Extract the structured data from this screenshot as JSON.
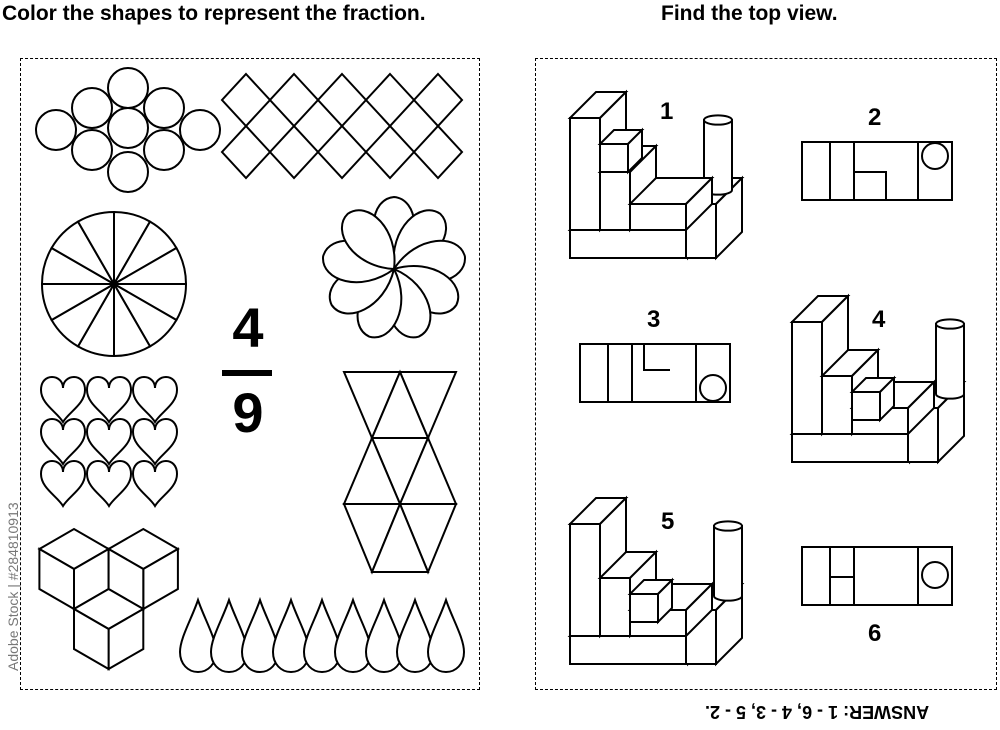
{
  "left_heading": "Color the shapes to represent the fraction.",
  "right_heading": "Find the top view.",
  "fraction": {
    "numerator": "4",
    "denominator": "9"
  },
  "options": [
    {
      "label": "1"
    },
    {
      "label": "2"
    },
    {
      "label": "3"
    },
    {
      "label": "4"
    },
    {
      "label": "5"
    },
    {
      "label": "6"
    }
  ],
  "answer": "ANSWER: 1 - 6, 4 - 3, 5 - 2.",
  "stock_id": "Adobe Stock | #284810913",
  "colors": {
    "ink": "#000000",
    "paper": "#ffffff",
    "watermark": "#777777"
  }
}
